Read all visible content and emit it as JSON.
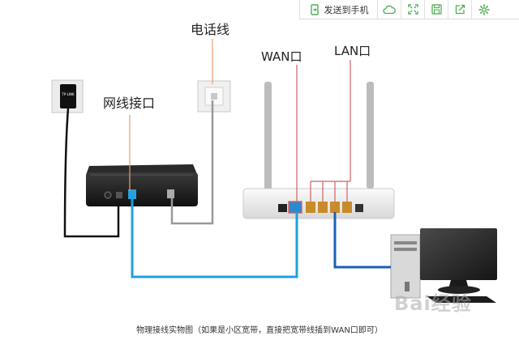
{
  "toolbar": {
    "send_label": "发送到手机",
    "icons": [
      "phone-send-icon",
      "cloud-icon",
      "fullscreen-icon",
      "save-icon",
      "share-icon",
      "gear-icon"
    ]
  },
  "labels": {
    "phone_line": "电话线",
    "wan_port": "WAN口",
    "lan_port": "LAN口",
    "network_port": "网线接口",
    "splitter_brand": "TP-LINK"
  },
  "caption": "物理接线实物图（如果是小区宽带，直接把宽带线插到WAN口即可）",
  "watermark": "Bai经验",
  "colors": {
    "lan_cable": "#1ea0e0",
    "phone_cable": "#999999",
    "label_line": "#e8a070",
    "wan_box": "#d06060",
    "toolbar_icon": "#4caf50"
  }
}
